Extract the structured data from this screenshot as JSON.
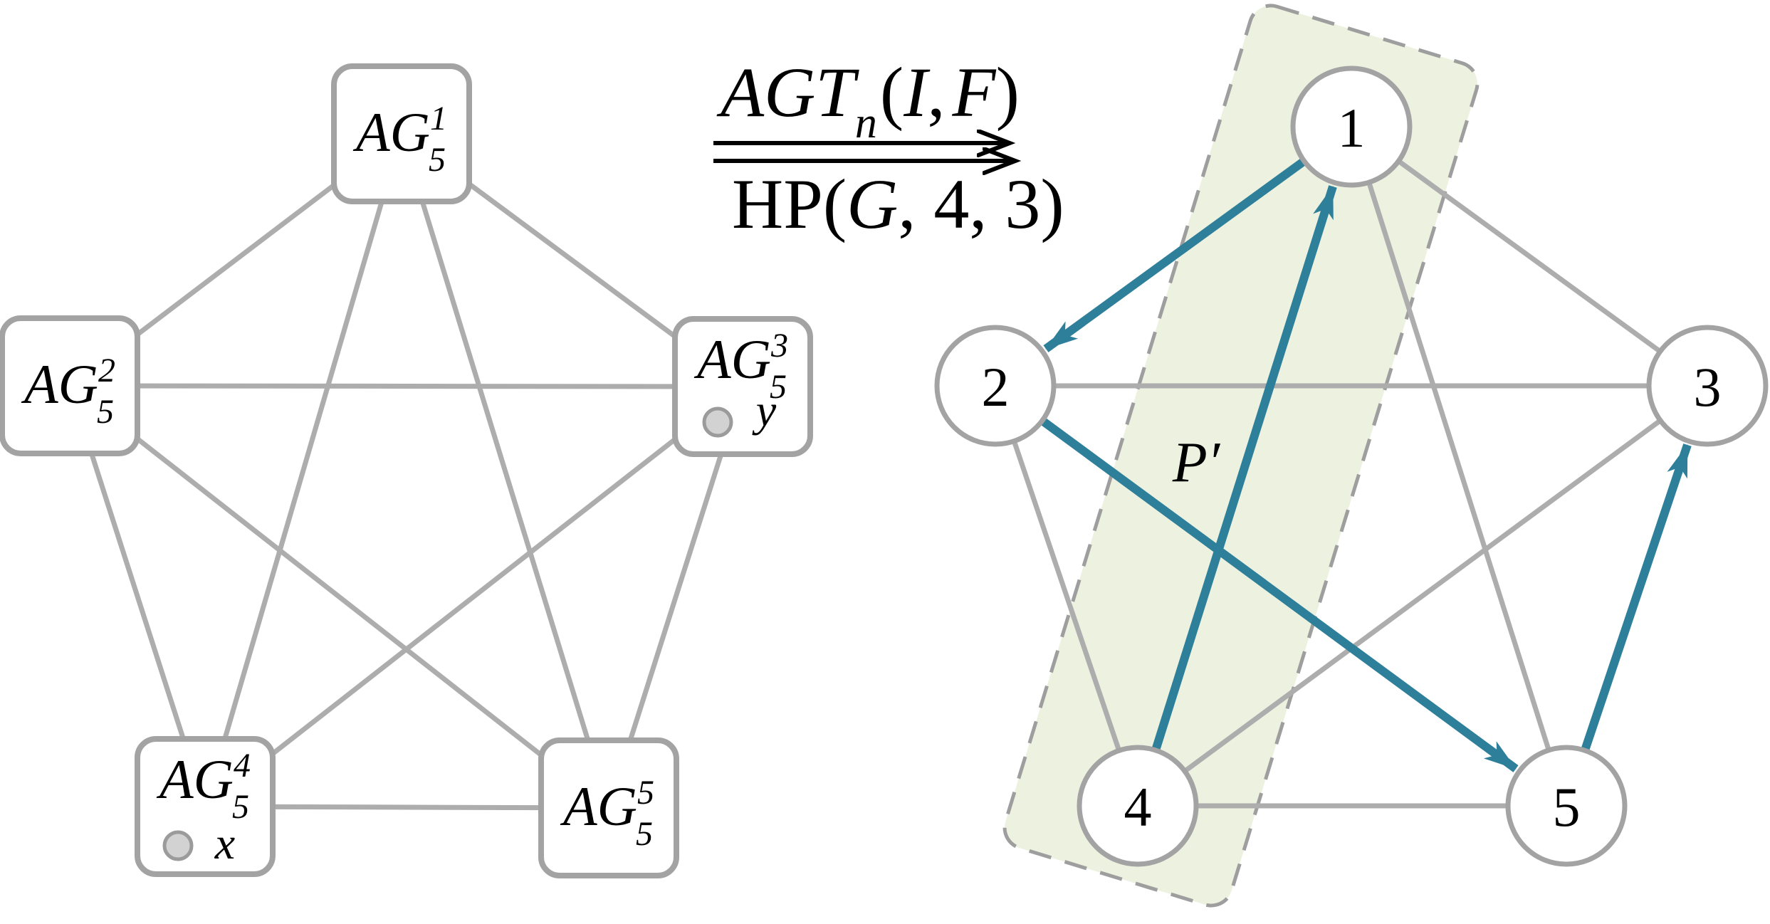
{
  "colors": {
    "teal": "#2e7f99",
    "region_fill": "#ecf1e0",
    "region_border": "#9e9e9e",
    "edge_gray": "#adadad",
    "node_border": "#a3a3a3",
    "marker_fill": "#d2d2d2",
    "marker_border": "#9b9b9b",
    "text": "#000000"
  },
  "left_graph": {
    "type": "complete-graph-K5-of-agent-groups",
    "nodes": [
      {
        "base": "AG",
        "sub": "5",
        "sup": "1"
      },
      {
        "base": "AG",
        "sub": "5",
        "sup": "2"
      },
      {
        "base": "AG",
        "sub": "5",
        "sup": "3",
        "marker": "y"
      },
      {
        "base": "AG",
        "sub": "5",
        "sup": "4",
        "marker": "x"
      },
      {
        "base": "AG",
        "sub": "5",
        "sup": "5"
      }
    ],
    "edges": [
      "1-2",
      "1-3",
      "1-4",
      "1-5",
      "2-3",
      "2-4",
      "2-5",
      "3-4",
      "3-5",
      "4-5"
    ]
  },
  "transformation": {
    "top": {
      "base": "AGT",
      "sub": "n",
      "open": "(",
      "arg1": "I",
      "comma": ",",
      "arg2": "F",
      "close": ")"
    },
    "bottom": {
      "pre": "HP(",
      "var": "G",
      "post": ", 4, 3)"
    }
  },
  "right_graph": {
    "type": "graph-with-hamiltonian-path",
    "nodes": [
      {
        "label": "1"
      },
      {
        "label": "2"
      },
      {
        "label": "3"
      },
      {
        "label": "4"
      },
      {
        "label": "5"
      }
    ],
    "gray_edges": [
      "1-3",
      "1-5",
      "2-3",
      "2-4",
      "3-4",
      "4-5"
    ],
    "path_edges": [
      "4→1",
      "1→2",
      "2→5",
      "5→3"
    ],
    "path_label": "P′"
  }
}
